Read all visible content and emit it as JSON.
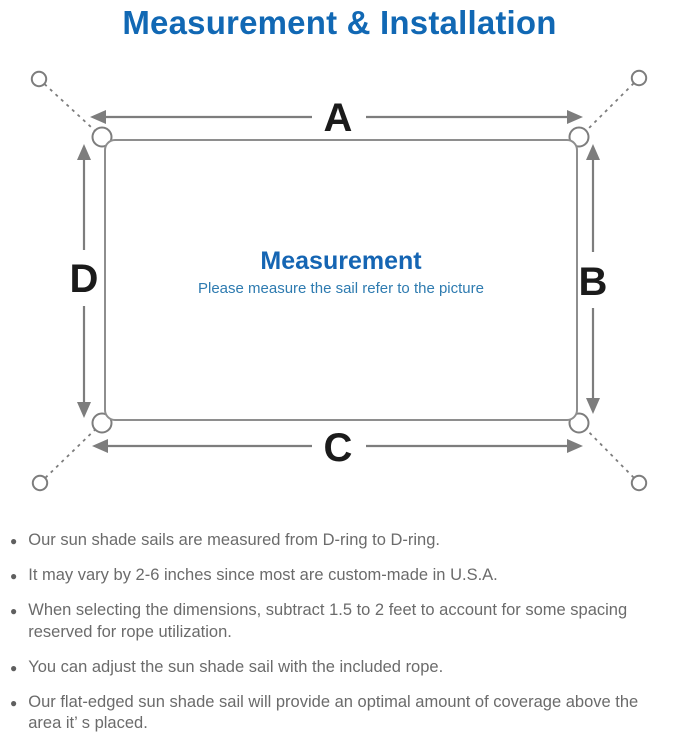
{
  "page": {
    "title": "Measurement & Installation"
  },
  "diagram": {
    "labels": {
      "top": "A",
      "right": "B",
      "bottom": "C",
      "left": "D"
    },
    "center_title": "Measurement",
    "center_subtitle": "Please measure the sail refer to the picture",
    "icons": {
      "anchor_point": "anchor-point-circle-icon",
      "corner_ring": "d-ring-icon",
      "rope": "dashed-rope-line",
      "dimension_arrow": "double-headed-arrow-icon"
    },
    "colors": {
      "accent_blue": "#1168b4",
      "center_title_blue": "#1565b3",
      "center_subtitle_blue": "#2e7bb0",
      "line_gray": "#7d7d7d",
      "sail_outline_gray": "#8e8e8e",
      "label_black": "#1b1b1b",
      "note_text_gray": "#6b6b6b"
    }
  },
  "notes": {
    "items": [
      "Our sun shade sails are measured from D-ring to D-ring.",
      "It may vary by 2-6 inches since most are custom-made in U.S.A.",
      "When selecting the dimensions, subtract 1.5 to 2 feet to account for some spacing reserved for rope utilization.",
      "You can adjust the sun shade sail with the included rope.",
      "Our flat-edged sun shade sail will provide an optimal amount of coverage above the area it’ s placed."
    ]
  }
}
